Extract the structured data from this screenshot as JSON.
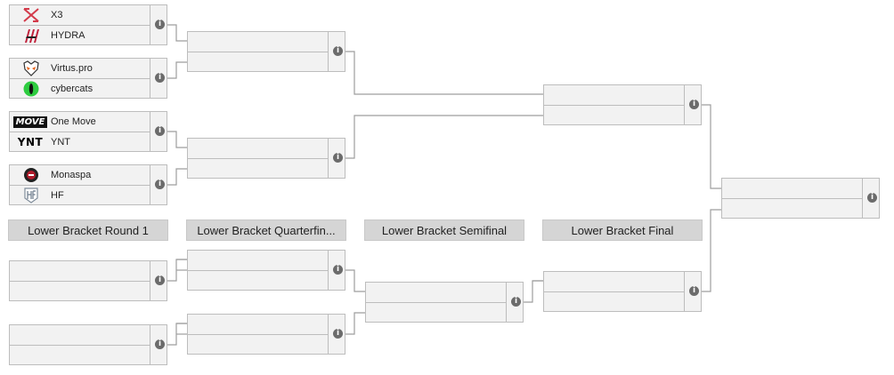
{
  "bracket": {
    "round_labels": [
      "Lower Bracket Round 1",
      "Lower Bracket Quarterfin...",
      "Lower Bracket Semifinal",
      "Lower Bracket Final"
    ],
    "info_glyph": "i",
    "upper_round1": [
      {
        "team1": {
          "name": "X3",
          "logo": "x3-logo"
        },
        "team2": {
          "name": "HYDRA",
          "logo": "hydra-logo"
        }
      },
      {
        "team1": {
          "name": "Virtus.pro",
          "logo": "virtuspro-logo"
        },
        "team2": {
          "name": "cybercats",
          "logo": "cybercats-logo"
        }
      },
      {
        "team1": {
          "name": "One Move",
          "logo": "onemove-logo",
          "logo_text": "MOVE"
        },
        "team2": {
          "name": "YNT",
          "logo": "ynt-logo",
          "logo_text": "YNT"
        }
      },
      {
        "team1": {
          "name": "Monaspa",
          "logo": "monaspa-logo"
        },
        "team2": {
          "name": "HF",
          "logo": "hf-logo"
        }
      }
    ],
    "colors": {
      "match_bg": "#f2f2f2",
      "border": "#bdbdbd",
      "connector": "#9e9e9e",
      "label_bg": "#d5d5d5",
      "info_icon": "#6b6b6b",
      "x3_red": "#d33a4a",
      "hydra_red": "#c0203a",
      "cybercats_green": "#2ecc40",
      "monaspa_red": "#b01c2c"
    }
  }
}
